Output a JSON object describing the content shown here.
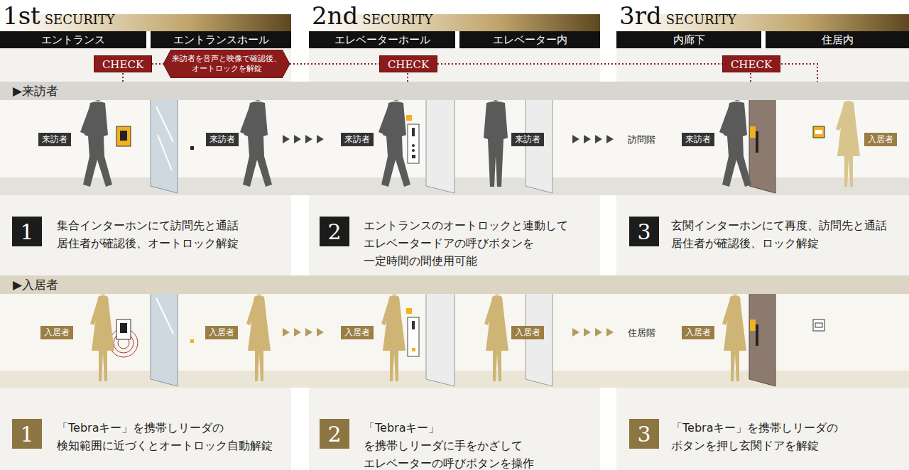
{
  "diagram": {
    "nodes": [
      {
        "text": [
          "1st",
          "SECURITY"
        ]
      },
      {
        "text": [
          "2nd",
          "SECURITY"
        ]
      },
      {
        "text": [
          "3rd",
          "SECURITY"
        ]
      },
      {
        "text": [
          "エントランス"
        ]
      },
      {
        "text": [
          "エントランスホール"
        ]
      },
      {
        "text": [
          "エレベーターホール"
        ]
      },
      {
        "text": [
          "エレベーター内"
        ]
      },
      {
        "text": [
          "内廊下"
        ]
      },
      {
        "text": [
          "住居内"
        ]
      },
      {
        "text": [
          "CHECK"
        ]
      },
      {
        "text": [
          "来訪者を音声と映像で確認後、 オートロックを解錠"
        ]
      },
      {
        "text": [
          "CHECK"
        ]
      },
      {
        "text": [
          "CHECK"
        ]
      },
      {
        "text": [
          "▶来訪者"
        ]
      },
      {
        "text": [
          "来訪者"
        ]
      },
      {
        "text": [
          "来訪者"
        ]
      },
      {
        "text": [
          "来訪者"
        ]
      },
      {
        "text": [
          "来訪者"
        ]
      },
      {
        "text": [
          "来訪者"
        ]
      },
      {
        "text": [
          "入居者"
        ]
      },
      {
        "text": [
          "1"
        ]
      },
      {
        "text": [
          "2"
        ]
      },
      {
        "text": [
          "3"
        ]
      },
      {
        "text": [
          "▶入居者"
        ]
      },
      {
        "text": [
          "入居者"
        ]
      },
      {
        "text": [
          "入居者"
        ]
      },
      {
        "text": [
          "入居者"
        ]
      },
      {
        "text": [
          "入居者"
        ]
      },
      {
        "text": [
          "入居者"
        ]
      },
      {
        "text": [
          "1"
        ]
      },
      {
        "text": [
          "2"
        ]
      },
      {
        "text": [
          "3"
        ]
      }
    ],
    "edges": [
      {
        "from": 9,
        "to": 10,
        "arrow": "none"
      },
      {
        "from": 10,
        "to": 11,
        "arrow": "none"
      },
      {
        "from": 11,
        "to": 12,
        "arrow": "none"
      }
    ],
    "labels": [
      "訪問階",
      "集合インターホンにて訪問先と通話 居住者が確認後、オートロック解錠",
      "エントランスのオートロックと連動して エレベータードアの呼びボタンを 一定時間の間使用可能",
      "玄関インターホンにて再度、訪問先と通話 居住者が確認後、ロック解錠",
      "住居階",
      "「Tebraキー」を携帯しリーダの 検知範囲に近づくとオートロック自動解錠",
      "「Tebraキー」を携帯しリーダに手をかざして エレベーターの呼びボタンを操作",
      "「Tebraキー」を携帯しリーダの ボタンを押し玄関ドアを解錠"
    ]
  }
}
